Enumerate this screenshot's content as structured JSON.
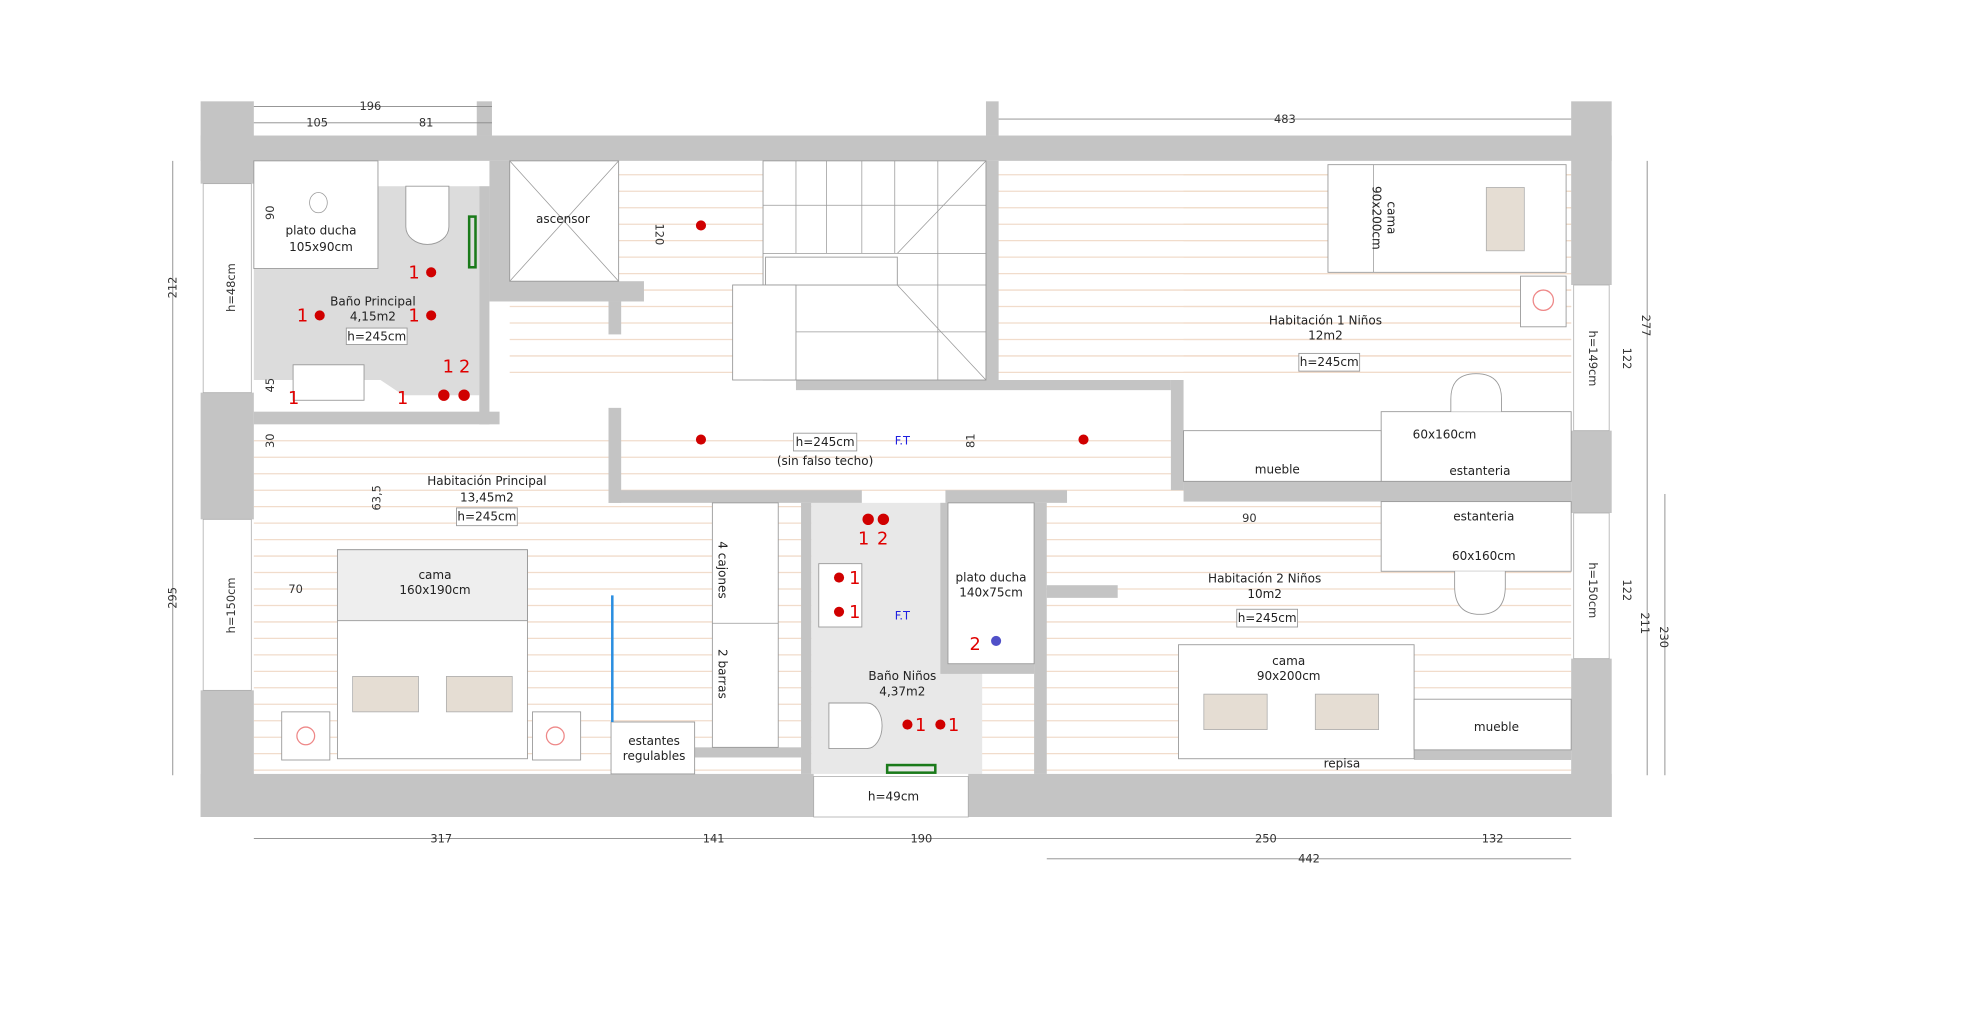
{
  "plan": {
    "dimensions": {
      "top": [
        "196",
        "105",
        "81",
        "483"
      ],
      "left": [
        "212",
        "295"
      ],
      "interior": [
        "90",
        "45",
        "30",
        "63,5",
        "70",
        "120",
        "81",
        "90"
      ],
      "right": [
        "277",
        "122",
        "122",
        "211",
        "230"
      ],
      "bottom": [
        "317",
        "141",
        "190",
        "250",
        "132",
        "442"
      ]
    },
    "windows": {
      "left_top": "h=48cm",
      "left_bottom": "h=150cm",
      "right_top": "h=149cm",
      "right_bottom": "h=150cm",
      "bottom": "h=49cm"
    },
    "rooms": {
      "bano_principal": {
        "shower_label": "plato ducha",
        "shower_size": "105x90cm",
        "name": "Baño Principal",
        "area": "4,15m2",
        "height": "h=245cm"
      },
      "ascensor": {
        "name": "ascensor"
      },
      "pasillo": {
        "height": "h=245cm",
        "note": "(sin falso techo)",
        "ft": "F.T"
      },
      "habitacion_principal": {
        "name": "Habitación Principal",
        "area": "13,45m2",
        "height": "h=245cm",
        "bed": "cama",
        "bed_size": "160x190cm",
        "drawers": "4 cajones",
        "bars": "2 barras",
        "shelves_1": "estantes",
        "shelves_2": "regulables"
      },
      "bano_ninos": {
        "name": "Baño Niños",
        "area": "4,37m2",
        "ft": "F.T",
        "shower_label": "plato ducha",
        "shower_size": "140x75cm"
      },
      "habitacion_1_ninos": {
        "name": "Habitación 1 Niños",
        "area": "12m2",
        "height": "h=245cm",
        "bed": "cama",
        "bed_size": "90x200cm",
        "furniture": "mueble",
        "desk": "60x160cm",
        "shelf": "estanteria"
      },
      "habitacion_2_ninos": {
        "name": "Habitación 2 Niños",
        "area": "10m2",
        "height": "h=245cm",
        "bed": "cama",
        "bed_size": "90x200cm",
        "furniture": "mueble",
        "shelf": "estanteria",
        "desk": "60x160cm",
        "ledge": "repisa"
      }
    },
    "circuit_marks": {
      "one": "1",
      "two": "2"
    },
    "colors": {
      "wall": "#c4c4c4",
      "lamp": "#d00000",
      "ft": "#1f1fe0",
      "floor_lines": "#f1dccb",
      "bathroom_floor": "#dcdcdc"
    }
  }
}
